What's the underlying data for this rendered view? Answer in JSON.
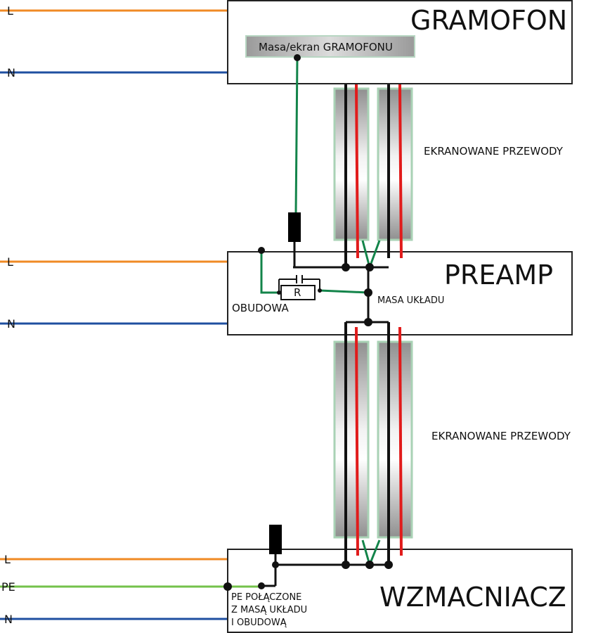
{
  "colors": {
    "live": "#f08a24",
    "neutral": "#1f4fa0",
    "pe": "#73c24a",
    "ground_wire": "#13844a",
    "signal": "#111111",
    "signal_red": "#e11b1b",
    "box_border": "#222222",
    "shield_border": "#a9d2b5"
  },
  "gramofon": {
    "title": "GRAMOFON",
    "ground_label": "Masa/ekran GRAMOFONU",
    "line_L": "L",
    "line_N": "N"
  },
  "preamp": {
    "title": "PREAMP",
    "line_L": "L",
    "line_N": "N",
    "resistor": "R",
    "chassis": "OBUDOWA",
    "circuit_ground": "MASA UKŁADU"
  },
  "cables": {
    "top_label": "EKRANOWANE PRZEWODY",
    "bottom_label": "EKRANOWANE PRZEWODY"
  },
  "wzmacniacz": {
    "title": "WZMACNIACZ",
    "line_L": "L",
    "line_PE": "PE",
    "line_N": "N",
    "note_line1": "PE POŁĄCZONE",
    "note_line2": "Z MASĄ UKŁADU",
    "note_line3": "I OBUDOWĄ"
  }
}
